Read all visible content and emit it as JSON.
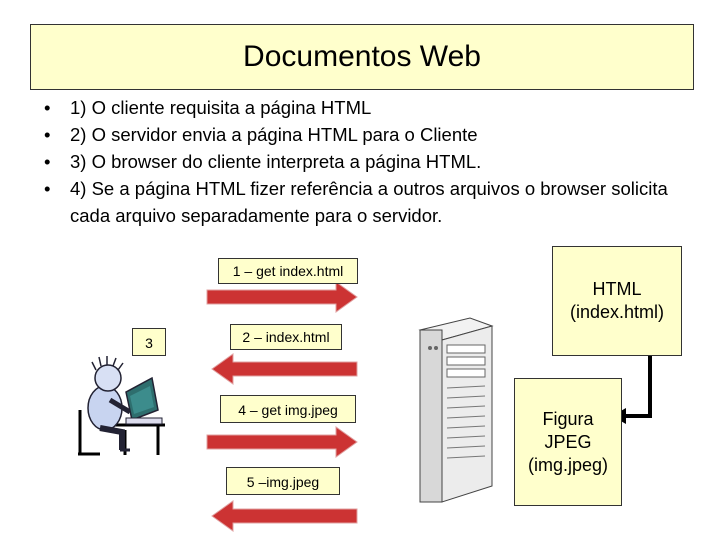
{
  "title": "Documentos Web",
  "bullets": [
    "1) O cliente requisita a página HTML",
    "2) O servidor envia a página HTML para o Cliente",
    "3) O browser do cliente interpreta a página HTML.",
    "4) Se a página HTML fizer referência a outros arquivos o browser solicita cada arquivo separadamente para o servidor."
  ],
  "steps": {
    "step1": "1 – get index.html",
    "step2": "2 – index.html",
    "step3": "3",
    "step4": "4 – get img.jpeg",
    "step5": "5 –img.jpeg"
  },
  "documents": {
    "html_line1": "HTML",
    "html_line2": "(index.html)",
    "jpeg_line1": "Figura",
    "jpeg_line2": "JPEG",
    "jpeg_line3": "(img.jpeg)"
  },
  "colors": {
    "box_fill": "#ffffcc",
    "arrow_fill": "#cc3333",
    "arrow_stroke": "#e0a0a0"
  }
}
